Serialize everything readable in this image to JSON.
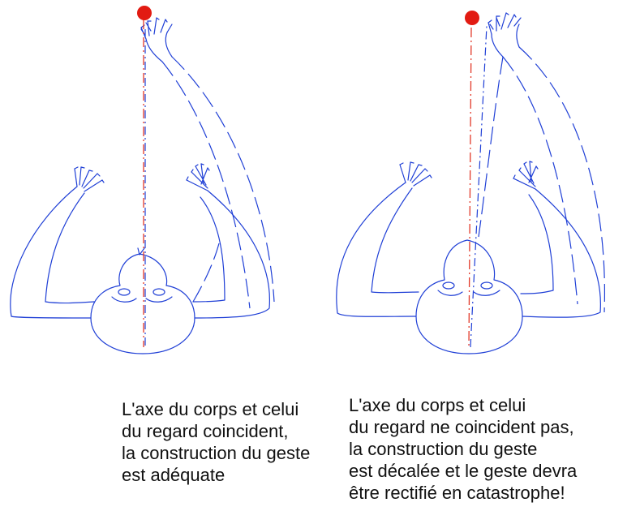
{
  "colors": {
    "figure_line": "#1f3fd6",
    "gaze_line": "#e23a2a",
    "target_dot": "#e21b12",
    "caption_text": "#111111"
  },
  "panels": [
    {
      "id": "left",
      "state": "axes coincide",
      "caption": [
        "L'axe du corps et celui",
        "du regard coincident,",
        "la construction du geste",
        "est adéquate"
      ]
    },
    {
      "id": "right",
      "state": "axes do not coincide",
      "caption": [
        "L'axe du corps et celui",
        "du regard ne coincident pas,",
        "la construction du geste",
        "est décalée et le geste devra",
        "être rectifié en catastrophe!"
      ]
    }
  ]
}
